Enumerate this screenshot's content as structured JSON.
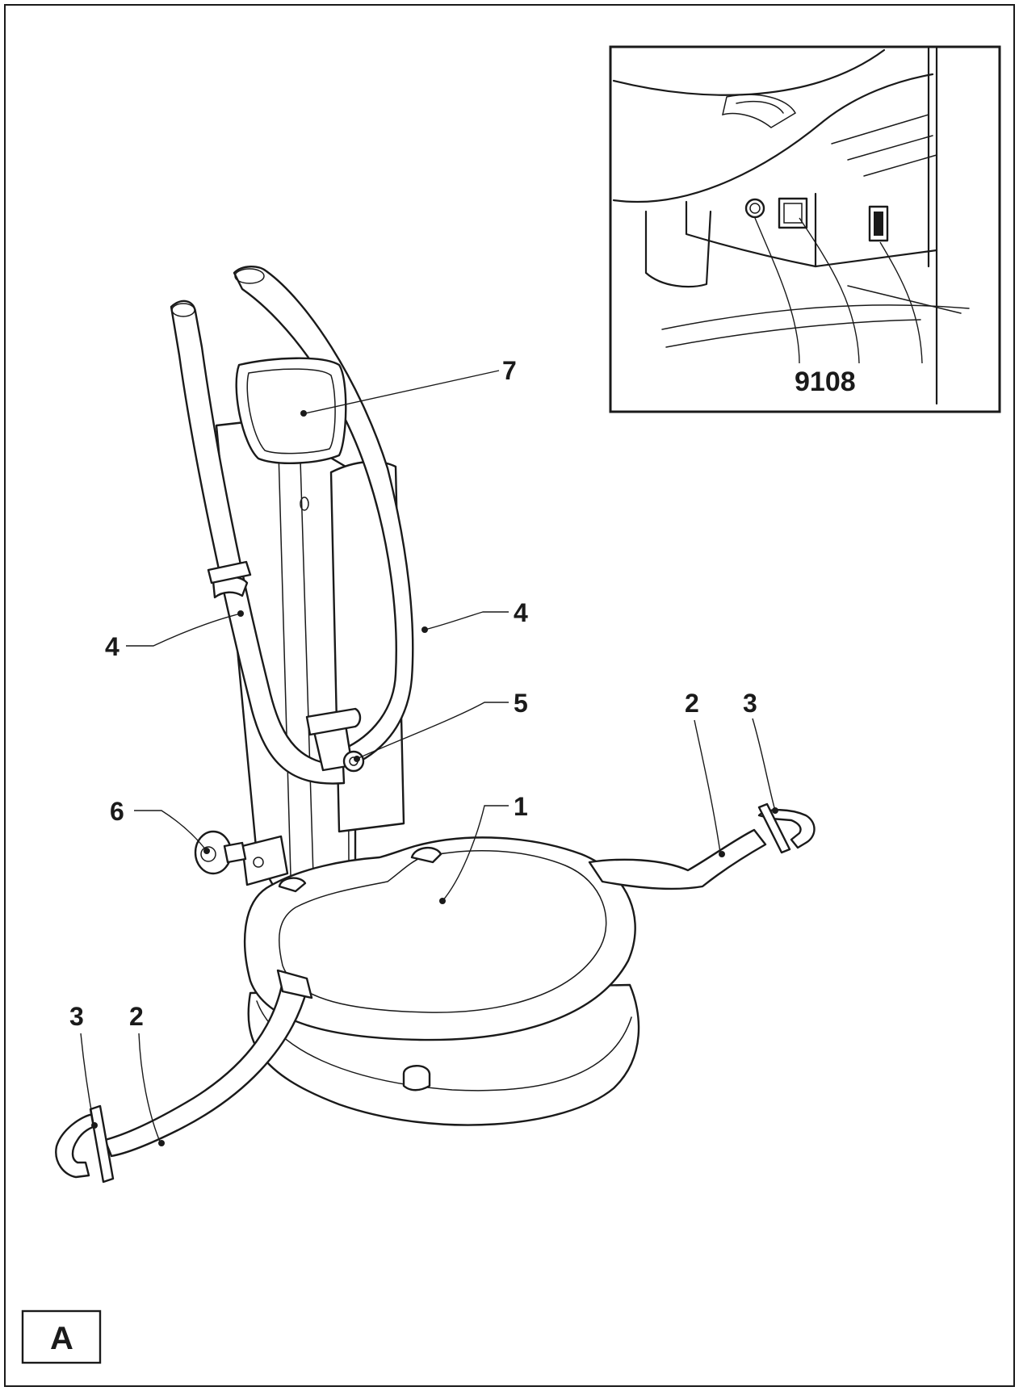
{
  "panel_label": "A",
  "inset": {
    "label": "9108"
  },
  "callouts": {
    "platform": "1",
    "arm_right": "2",
    "arm_left": "2",
    "handle_right": "3",
    "handle_left": "3",
    "handlebar_left": "4",
    "handlebar_right": "4",
    "clamp_knob": "5",
    "adjust_knob": "6",
    "console": "7"
  },
  "colors": {
    "line": "#1a1a1a",
    "background": "#ffffff"
  }
}
